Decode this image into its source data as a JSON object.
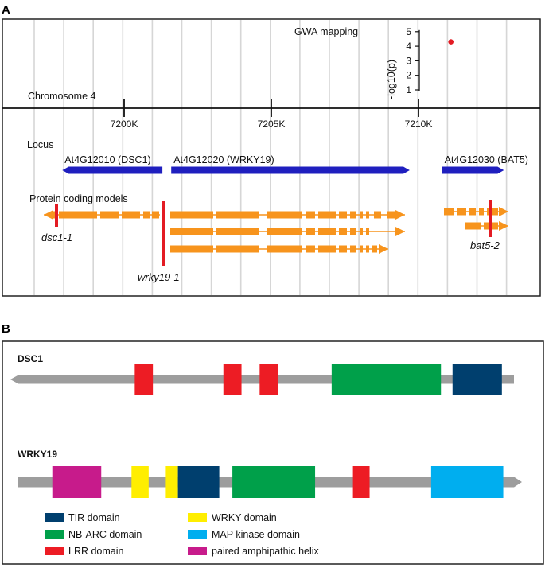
{
  "panel_a": {
    "letter": "A",
    "gwa_title": "GWA mapping",
    "gwa_axis_label": "-log10(p)",
    "gwa_ticks": [
      "5",
      "4",
      "3",
      "2",
      "1"
    ],
    "gwa_point": {
      "position_k": 7211.1,
      "value": 4.3
    },
    "chromosome_label": "Chromosome 4",
    "axis_ticks": [
      "7200K",
      "7205K",
      "7210K"
    ],
    "locus_label": "Locus",
    "genes": [
      {
        "name": "At4G12010 (DSC1)",
        "start_k": 7197.9,
        "end_k": 7201.3,
        "strand": "-"
      },
      {
        "name": "At4G12020 (WRKY19)",
        "start_k": 7201.6,
        "end_k": 7209.7,
        "strand": "+"
      },
      {
        "name": "At4G12030 (BAT5)",
        "start_k": 7210.8,
        "end_k": 7212.9,
        "strand": "+"
      }
    ],
    "protein_models_label": "Protein coding models",
    "alleles": [
      "dsc1-1",
      "wrky19-1",
      "bat5-2"
    ],
    "colors": {
      "locus": "#1f1fbf",
      "model": "#f7941d",
      "mutation": "#e31b23",
      "gwa": "#e31b23",
      "grid": "#d6d6d6"
    }
  },
  "panel_b": {
    "letter": "B",
    "proteins": [
      {
        "name": "DSC1",
        "direction": "left",
        "domains": [
          {
            "type": "LRR",
            "start": 0.247,
            "end": 0.283
          },
          {
            "type": "LRR",
            "start": 0.423,
            "end": 0.459
          },
          {
            "type": "LRR",
            "start": 0.495,
            "end": 0.531
          },
          {
            "type": "NB-ARC",
            "start": 0.638,
            "end": 0.855
          },
          {
            "type": "TIR",
            "start": 0.878,
            "end": 0.976
          }
        ]
      },
      {
        "name": "WRKY19",
        "direction": "right",
        "domains": [
          {
            "type": "paired",
            "start": 0.069,
            "end": 0.166
          },
          {
            "type": "WRKY",
            "start": 0.226,
            "end": 0.26
          },
          {
            "type": "WRKY",
            "start": 0.294,
            "end": 0.318
          },
          {
            "type": "TIR",
            "start": 0.318,
            "end": 0.4
          },
          {
            "type": "NB-ARC",
            "start": 0.426,
            "end": 0.59
          },
          {
            "type": "LRR",
            "start": 0.665,
            "end": 0.698
          },
          {
            "type": "MAPK",
            "start": 0.82,
            "end": 0.963
          }
        ]
      }
    ],
    "legend": [
      {
        "key": "TIR",
        "label": "TIR domain",
        "color": "#003f6e"
      },
      {
        "key": "WRKY",
        "label": "WRKY domain",
        "color": "#ffee00"
      },
      {
        "key": "NB-ARC",
        "label": "NB-ARC domain",
        "color": "#00a04a"
      },
      {
        "key": "MAPK",
        "label": "MAP kinase domain",
        "color": "#00aeef"
      },
      {
        "key": "LRR",
        "label": "LRR domain",
        "color": "#ed1c24"
      },
      {
        "key": "paired",
        "label": "paired amphipathic helix",
        "color": "#c71b8b"
      }
    ],
    "backbone_color": "#9d9d9d"
  }
}
